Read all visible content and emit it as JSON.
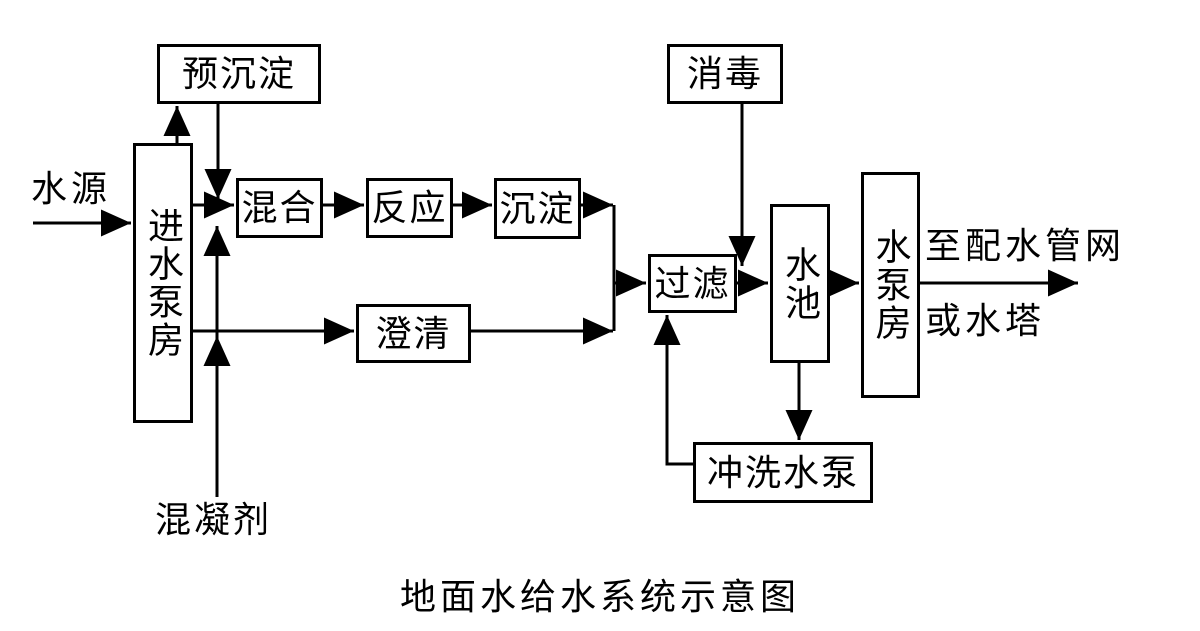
{
  "title": "地面水给水系统示意图",
  "nodes": {
    "pre_sedimentation": "预沉淀",
    "intake_pump_house": "进水泵房",
    "mixing": "混合",
    "reaction": "反应",
    "sedimentation": "沉淀",
    "clarification": "澄清",
    "disinfection": "消毒",
    "filtration": "过滤",
    "clear_water_reservoir": "水池",
    "pump_house": "水泵房",
    "backwash_pump": "冲洗水泵"
  },
  "labels": {
    "water_source": "水源",
    "coagulant": "混凝剂",
    "to_distribution_network": "至配水管网",
    "or_water_tower": "或水塔"
  },
  "colors": {
    "line": "#000000",
    "background": "#ffffff"
  }
}
